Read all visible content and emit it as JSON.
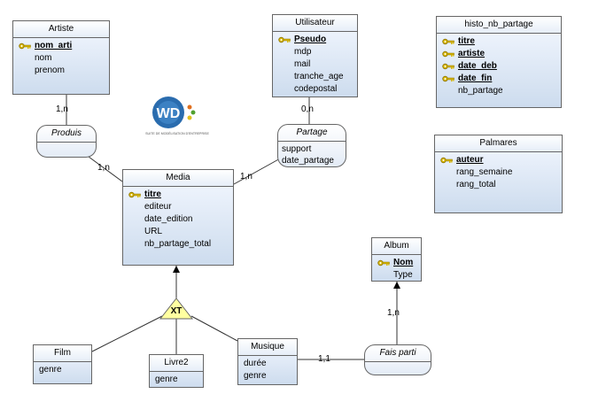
{
  "entities": {
    "artiste": {
      "name": "Artiste",
      "keys": [
        "nom_arti"
      ],
      "attrs": [
        "nom",
        "prenom"
      ]
    },
    "utilisateur": {
      "name": "Utilisateur",
      "keys": [
        "Pseudo"
      ],
      "attrs": [
        "mdp",
        "mail",
        "tranche_age",
        "codepostal"
      ]
    },
    "histo": {
      "name": "histo_nb_partage",
      "keys": [
        "titre",
        "artiste",
        "date_deb",
        "date_fin"
      ],
      "attrs": [
        "nb_partage"
      ]
    },
    "palmares": {
      "name": "Palmares",
      "keys": [
        "auteur"
      ],
      "attrs": [
        "rang_semaine",
        "rang_total"
      ]
    },
    "media": {
      "name": "Media",
      "keys": [
        "titre"
      ],
      "attrs": [
        "editeur",
        "date_edition",
        "URL",
        "nb_partage_total"
      ]
    },
    "album": {
      "name": "Album",
      "keys": [
        "Nom"
      ],
      "attrs": [
        "Type"
      ]
    },
    "film": {
      "name": "Film",
      "keys": [],
      "attrs": [
        "genre"
      ]
    },
    "livre2": {
      "name": "Livre2",
      "keys": [],
      "attrs": [
        "genre"
      ]
    },
    "musique": {
      "name": "Musique",
      "keys": [],
      "attrs": [
        "durée",
        "genre"
      ]
    }
  },
  "associations": {
    "produis": {
      "name": "Produis",
      "attrs": []
    },
    "partage": {
      "name": "Partage",
      "attrs": [
        "support",
        "date_partage"
      ]
    },
    "faisparti": {
      "name": "Fais parti",
      "attrs": []
    }
  },
  "inheritance": {
    "label": "XT"
  },
  "cardinalities": {
    "artiste_produis": "1,n",
    "media_produis": "1,n",
    "utilisateur_partage": "0,n",
    "media_partage": "1,n",
    "album_faisparti": "1,n",
    "musique_faisparti": "1,1"
  },
  "logo": {
    "text": "WD",
    "subtitle": "SUITE DE MODÉLISATION D'ENTREPRISE"
  },
  "colors": {
    "border": "#666666",
    "key": "#d9b800",
    "triangle": "#ffffa0"
  }
}
